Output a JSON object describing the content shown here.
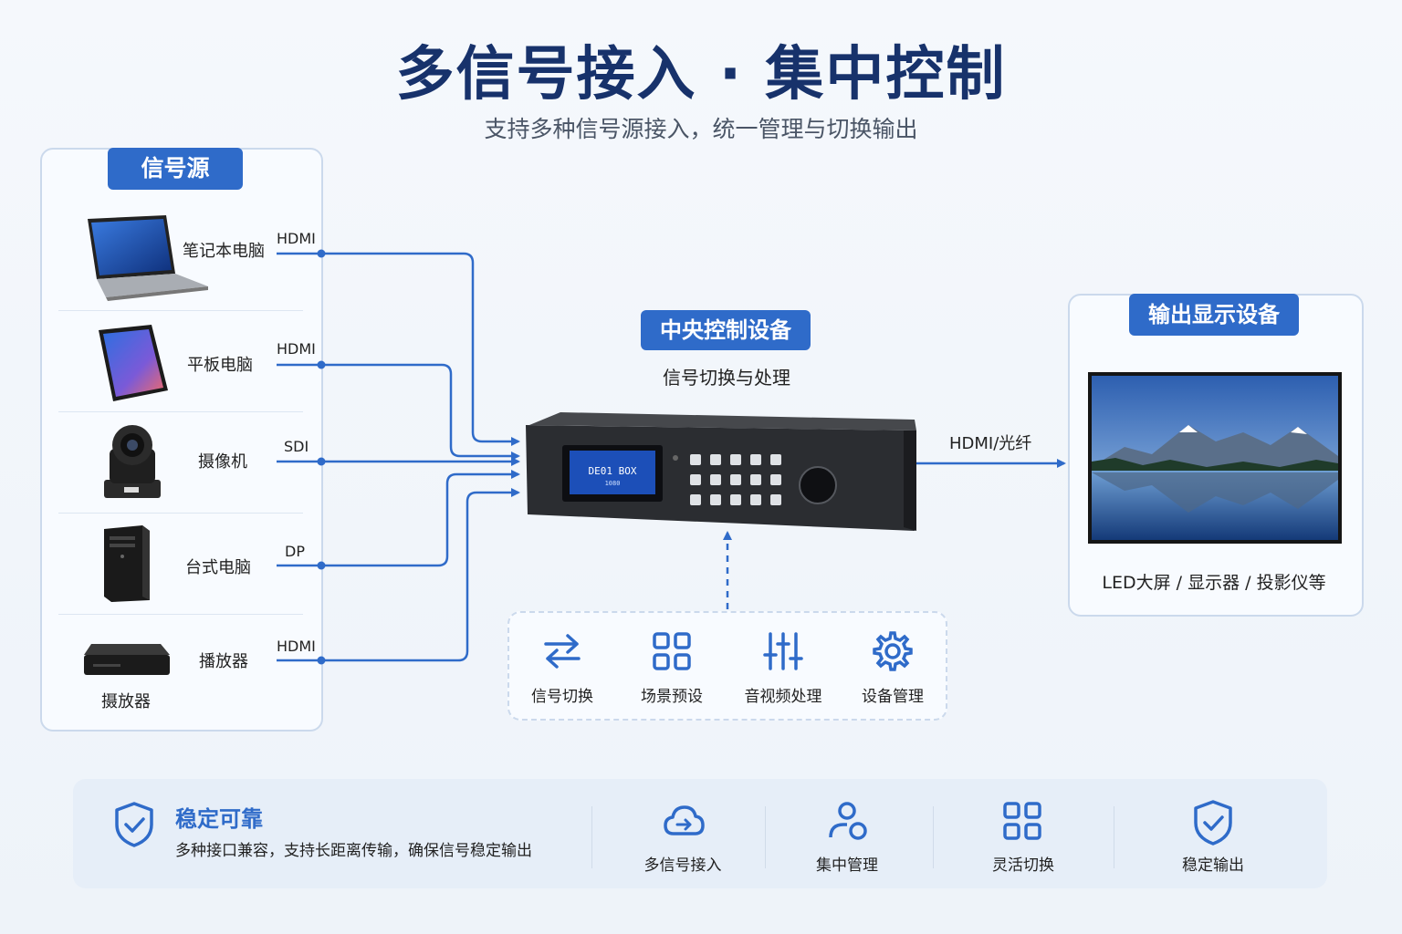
{
  "header": {
    "title": "多信号接入 · 集中控制",
    "subtitle": "支持多种信号源接入，统一管理与切换输出"
  },
  "sources": {
    "tab": "信号源",
    "items": [
      {
        "name": "笔记本电脑",
        "port": "HDMI"
      },
      {
        "name": "平板电脑",
        "port": "HDMI"
      },
      {
        "name": "摄像机",
        "port": "SDI"
      },
      {
        "name": "台式电脑",
        "port": "DP"
      },
      {
        "name": "播放器",
        "port": "HDMI",
        "caption": "摄放器"
      }
    ]
  },
  "center": {
    "tab": "中央控制设备",
    "subtitle": "信号切换与处理",
    "screen_line1": "DE01 BOX",
    "screen_line2": "1080",
    "features": [
      {
        "icon": "switch-arrows-icon",
        "label": "信号切换"
      },
      {
        "icon": "grid-icon",
        "label": "场景预设"
      },
      {
        "icon": "sliders-icon",
        "label": "音视频处理"
      },
      {
        "icon": "gear-icon",
        "label": "设备管理"
      }
    ]
  },
  "output": {
    "tab": "输出显示设备",
    "link_label": "HDMI/光纤",
    "caption": "LED大屏 / 显示器 / 投影仪等"
  },
  "bottom": {
    "main_title": "稳定可靠",
    "main_desc": "多种接口兼容，支持长距离传输，确保信号稳定输出",
    "items": [
      {
        "icon": "cloud-signal-icon",
        "label": "多信号接入"
      },
      {
        "icon": "users-icon",
        "label": "集中管理"
      },
      {
        "icon": "grid-icon",
        "label": "灵活切换"
      },
      {
        "icon": "shield-check-icon",
        "label": "稳定输出"
      }
    ]
  },
  "colors": {
    "accent": "#2f6bc9",
    "title": "#17326b",
    "line": "#2f6bc9"
  }
}
